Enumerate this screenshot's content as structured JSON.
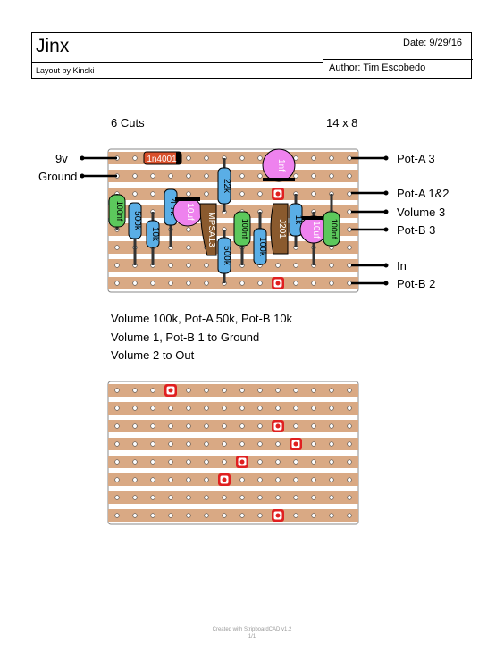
{
  "header": {
    "title": "Jinx",
    "layout_by": "Layout by Kinski",
    "date": "Date: 9/29/16",
    "author": "Author: Tim Escobedo"
  },
  "board": {
    "cuts_label": "6 Cuts",
    "size_label": "14 x 8"
  },
  "wires_left": [
    "9v",
    "Ground"
  ],
  "wires_right": [
    "Pot-A 3",
    "Pot-A 1&2",
    "Volume 3",
    "Pot-B 3",
    "In",
    "Pot-B 2"
  ],
  "components": {
    "diode": "1n4001",
    "cap_1nf": "1nf",
    "res_22k": "22k",
    "cap_100nf_left": "100nf",
    "res_500k_a": "500k",
    "res_10k": "10k",
    "res_47k": "4.7k",
    "cap_10uf_left": "10uf",
    "transistor_mpsa13": "MPSA13",
    "cap_100nf_mid": "100nf",
    "res_500k_b": "500k",
    "res_100k": "100k",
    "transistor_j201": "J201",
    "res_1k": "1k",
    "cap_10uf_right": "10uf",
    "cap_100nf_right": "100nf"
  },
  "notes": [
    "Volume 100k, Pot-A 50k, Pot-B 10k",
    "Volume 1, Pot-B 1 to Ground",
    "Volume 2 to Out"
  ],
  "footer": {
    "line1": "Created with StripboardCAD v1.2",
    "line2": "1/1"
  },
  "colors": {
    "strip": "#d9a984",
    "board_bg": "#ffffff",
    "cut": "#e02020",
    "resistor": "#5aaee6",
    "cap_film": "#5cc85c",
    "cap_electrolytic": "#ee82ee",
    "diode": "#d94f2a",
    "transistor": "#8a5a2e"
  }
}
